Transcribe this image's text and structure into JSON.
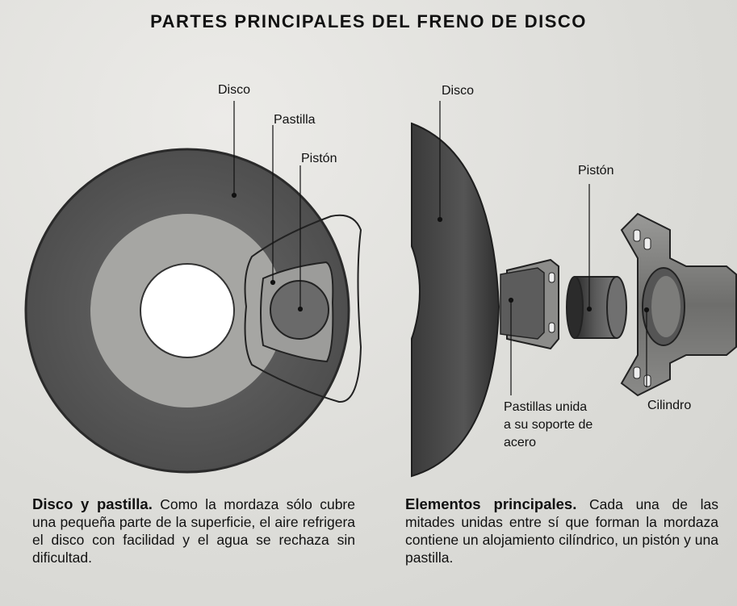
{
  "title": "PARTES PRINCIPALES DEL FRENO DE DISCO",
  "left_figure": {
    "labels": {
      "disco": "Disco",
      "pastilla": "Pastilla",
      "piston": "Pistón"
    },
    "caption": {
      "heading": "Disco y pastilla.",
      "text": "Como la mordaza sólo cubre una pequeña parte de la superficie, el aire refrigera el disco con facilidad y el agua se rechaza sin dificultad."
    }
  },
  "right_figure": {
    "labels": {
      "disco": "Disco",
      "piston": "Pistón",
      "pastillas": "Pastillas unida a su soporte de acero",
      "cilindro": "Cilindro"
    },
    "caption": {
      "heading": "Elementos principales.",
      "text": "Cada una de las mitades unidas entre sí que forman la mordaza contiene un alojamiento cilíndrico, un pistón y una pastilla."
    }
  },
  "colors": {
    "disc_dark": "#545454",
    "disc_ring": "#a8a8a6",
    "paper": "#e2e2de"
  }
}
